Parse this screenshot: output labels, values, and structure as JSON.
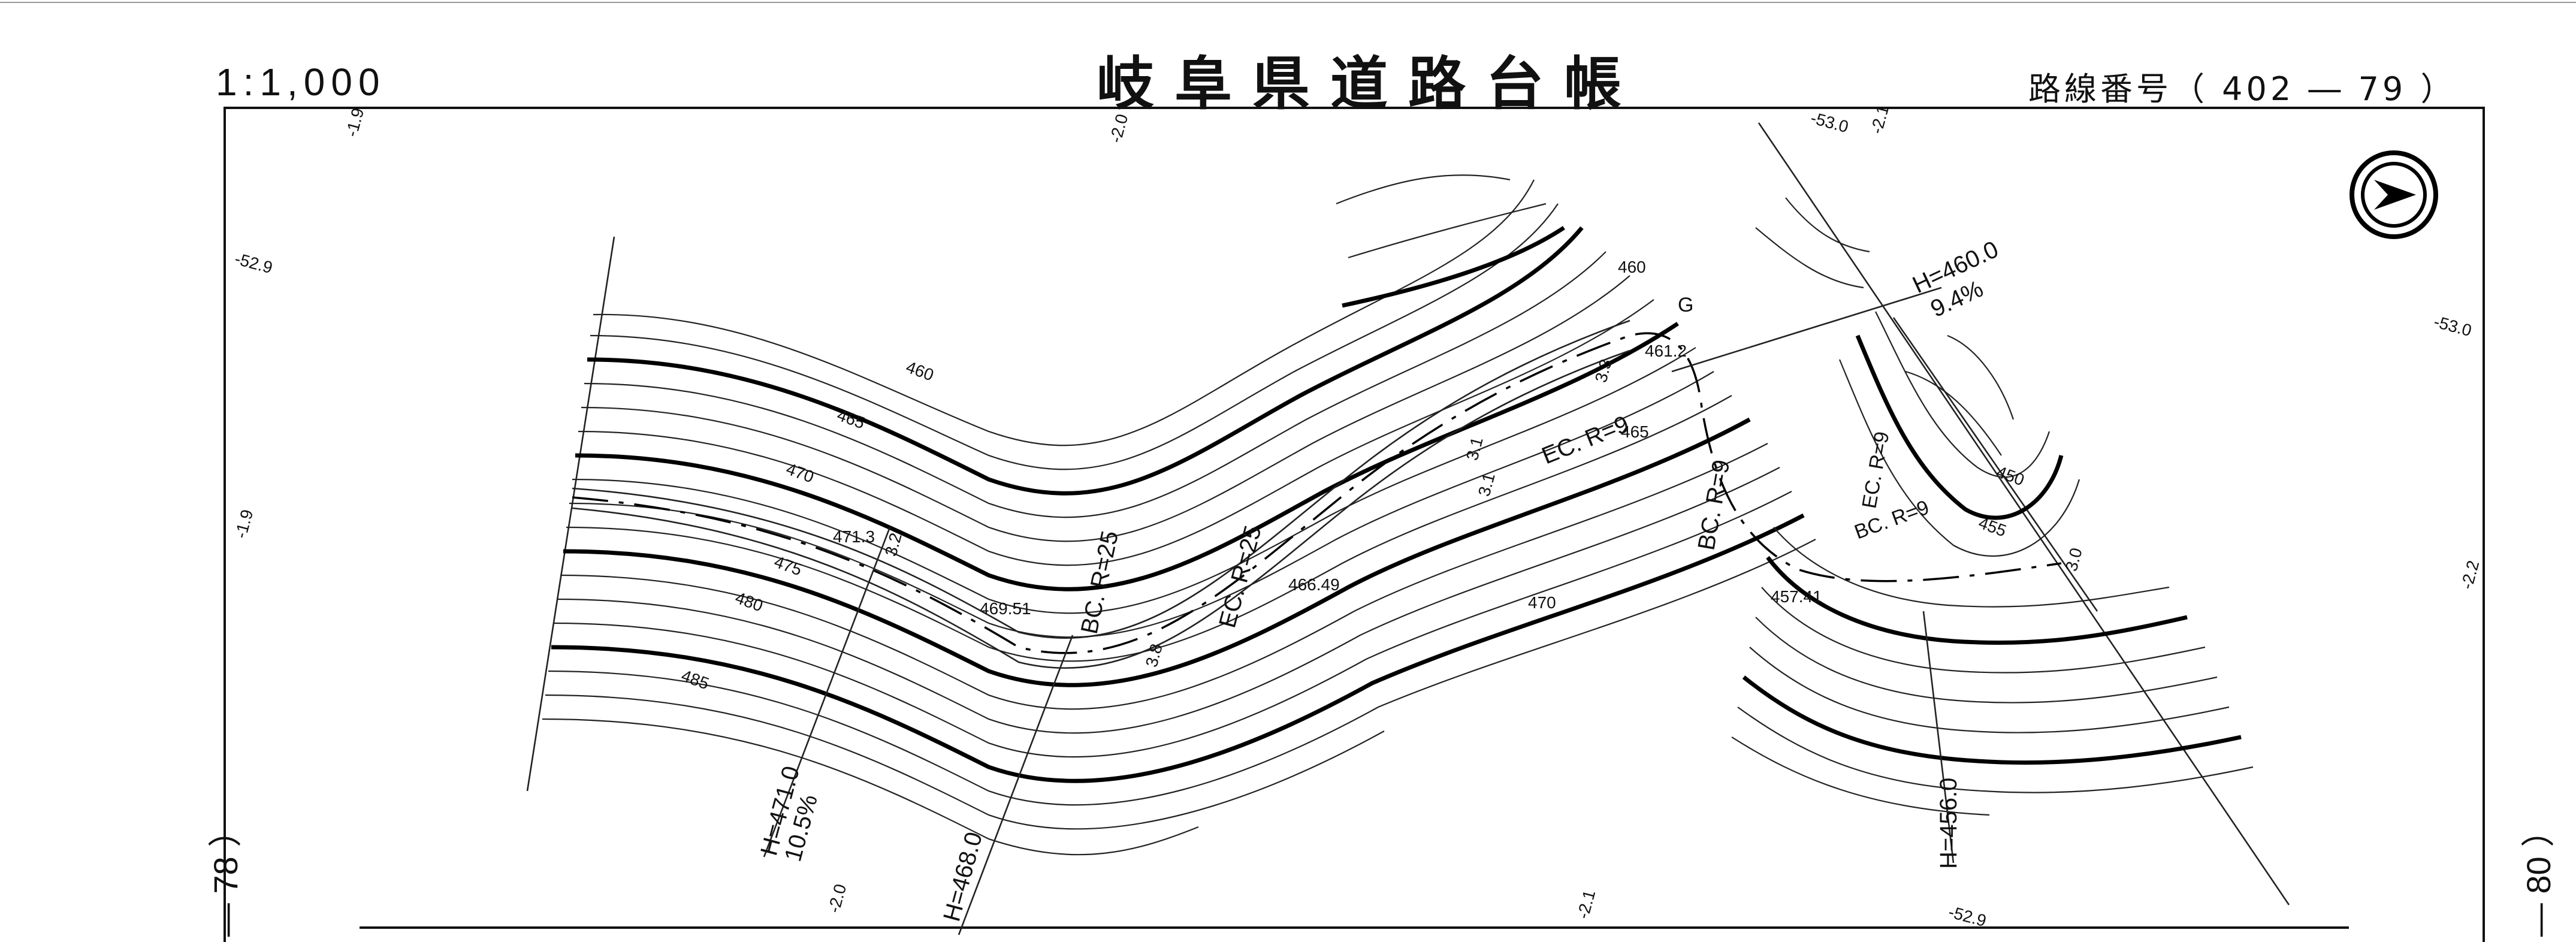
{
  "header": {
    "scale": "1:1,000",
    "title": "岐阜県道路台帳",
    "route_label": "路線番号（ 402 ― 79 ）"
  },
  "sheet_refs": {
    "left": "― 78 ）",
    "right": "― 80 ）"
  },
  "grade_labels": {
    "h4600": "H=460.0",
    "p94": "9.4%",
    "h4710": "H=471.0",
    "p105": "10.5%",
    "h4680": "H=468.0",
    "h4560": "H=456.0"
  },
  "curve_labels": {
    "bc25": "BC. R=25",
    "ec25": "EC. R=25",
    "ec9": "EC. R=9",
    "bc9a": "BC. R=9",
    "ec9b": "EC. R=9",
    "bc9b": "BC. R=9"
  },
  "contour_labels": {
    "c460a": "460",
    "c465a": "465",
    "c470a": "470",
    "c475": "475",
    "c480": "480",
    "c485": "485",
    "c460b": "460",
    "c465b": "465",
    "c470b": "470",
    "c450": "450",
    "c455": "455"
  },
  "spot_heights": {
    "s4713": "471.3",
    "s46951": "469.51",
    "s46649": "466.49",
    "s4612": "461.2",
    "s45741": "457.41"
  },
  "edge_ticks": {
    "t1": "-1.9",
    "t2": "-2.0",
    "t3": "-53.0",
    "t4": "-2.1",
    "t5": "-52.9",
    "t6": "-53.0",
    "t7": "-1.9",
    "t8": "-2.2",
    "t9": "-2.0",
    "t10": "-2.1",
    "t11": "-52.9"
  },
  "small_marks": {
    "g": "G",
    "w1": "3.1",
    "w2": "3.2",
    "w3": "3.8",
    "w4": "3.3",
    "w5": "3.1",
    "w6": "3.0"
  }
}
